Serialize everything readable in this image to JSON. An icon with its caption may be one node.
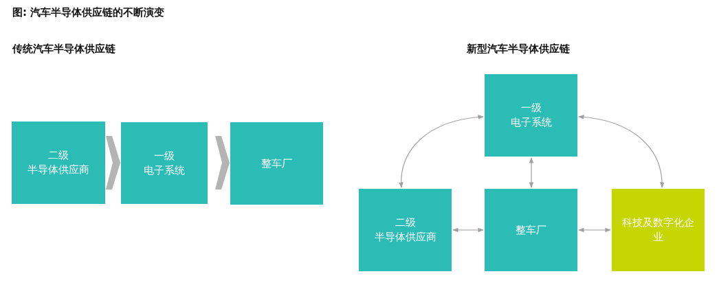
{
  "diagram": {
    "title": "图: 汽车半导体供应链的不断演变",
    "nodes": [
      {
        "text": [
          "二级",
          "半导体供应商"
        ]
      },
      {
        "text": [
          "一级",
          "电子系统"
        ]
      },
      {
        "text": [
          "整车厂"
        ]
      },
      {
        "text": [
          "一级",
          "电子系统"
        ]
      },
      {
        "text": [
          "二级",
          "半导体供应商"
        ]
      },
      {
        "text": [
          "整车厂"
        ]
      },
      {
        "text": [
          "科技及数字化企业"
        ]
      }
    ],
    "edges": [
      {
        "from": 0,
        "to": 1,
        "arrow": "to"
      },
      {
        "from": 1,
        "to": 2,
        "arrow": "to"
      },
      {
        "from": 3,
        "to": 4,
        "arrow": "both"
      },
      {
        "from": 3,
        "to": 5,
        "arrow": "both"
      },
      {
        "from": 3,
        "to": 6,
        "arrow": "both"
      },
      {
        "from": 4,
        "to": 5,
        "arrow": "both"
      },
      {
        "from": 5,
        "to": 6,
        "arrow": "both"
      }
    ],
    "labels": [
      "传统汽车半导体供应链",
      "新型汽车半导体供应链"
    ]
  }
}
